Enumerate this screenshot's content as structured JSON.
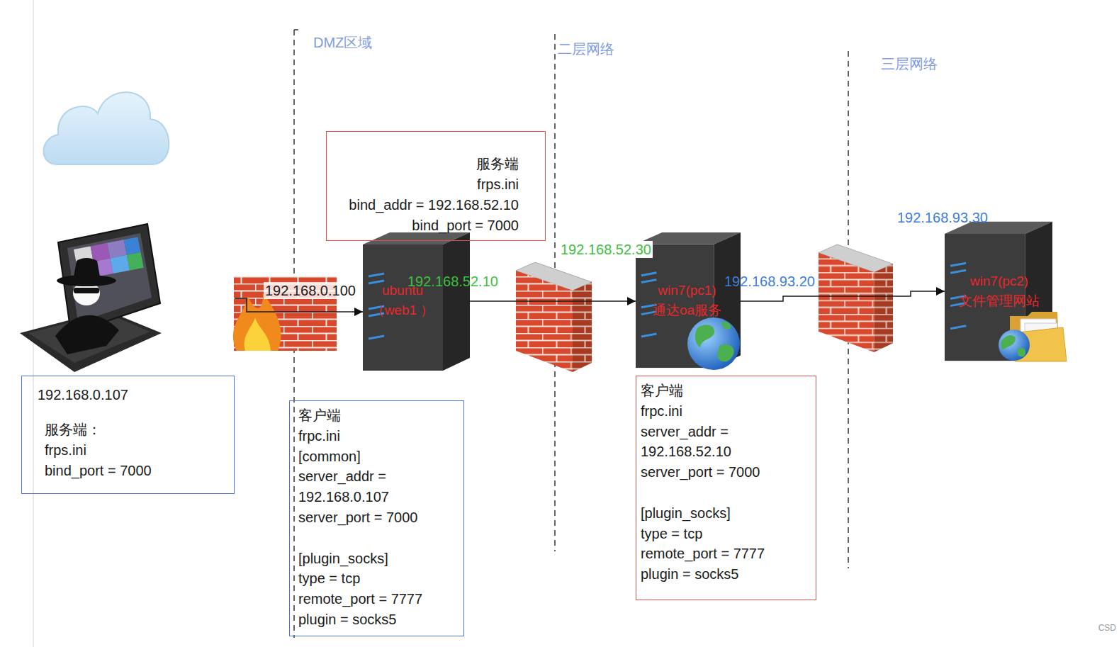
{
  "diagram": {
    "nodes": [
      {
        "text": [
          "192.168.0.107",
          "服务端：",
          "frps.ini",
          "bind_port = 7000"
        ]
      },
      {
        "text": [
          "服务端",
          "frps.ini",
          "bind_addr = 192.168.52.10",
          "bind_port = 7000"
        ]
      },
      {
        "text": [
          "ubuntu",
          "（web1 ）"
        ]
      },
      {
        "text": [
          "客户端",
          "frpc.ini",
          "[common]",
          "server_addr = 192.168.0.107",
          "server_port = 7000",
          "[plugin_socks]",
          "type = tcp",
          "remote_port = 7777",
          "plugin = socks5"
        ]
      },
      {
        "text": [
          "win7(pc1)",
          "通达oa服务"
        ]
      },
      {
        "text": [
          "客户端",
          "frpc.ini",
          "server_addr = 192.168.52.10",
          "server_port = 7000",
          "[plugin_socks]",
          "type = tcp",
          "remote_port = 7777",
          "plugin = socks5"
        ]
      },
      {
        "text": [
          "win7(pc2)",
          "文件管理网站"
        ]
      }
    ],
    "edges": [
      {
        "from": 0,
        "to": 2,
        "arrow": "to"
      },
      {
        "from": 2,
        "to": 4,
        "arrow": "to"
      },
      {
        "from": 4,
        "to": 6,
        "arrow": "to"
      }
    ],
    "labels": [
      "DMZ区域",
      "二层网络",
      "三层网络",
      "192.168.0.100",
      "192.168.52.10",
      "192.168.52.30",
      "192.168.93.20",
      "192.168.93.30",
      "CSD"
    ]
  }
}
